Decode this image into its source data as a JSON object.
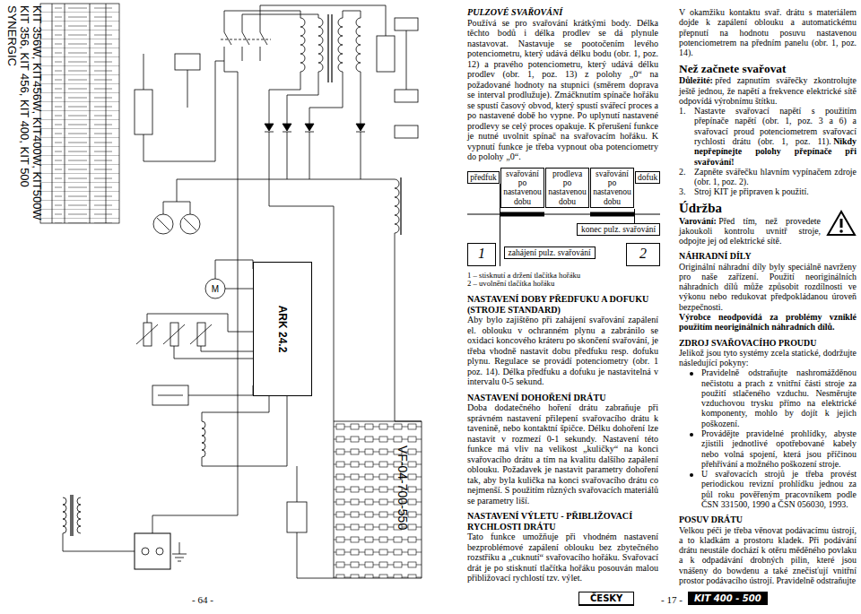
{
  "diagram": {
    "nodes": [
      {
        "text": [
          "ARK 24.2"
        ]
      },
      {
        "text": [
          "předfuk"
        ]
      },
      {
        "text": [
          "svařování po nastavenou dobu"
        ]
      },
      {
        "text": [
          "prodleva po nastavenou dobu"
        ]
      },
      {
        "text": [
          "svařování po nastavenou dobu"
        ]
      },
      {
        "text": [
          "dofuk"
        ]
      },
      {
        "text": [
          "konec pulz. svařování"
        ]
      },
      {
        "text": [
          "1"
        ]
      },
      {
        "text": [
          "zahájení pulz. svařování"
        ]
      },
      {
        "text": [
          "2"
        ]
      },
      {
        "text": [
          "ČESKY"
        ]
      },
      {
        "text": [
          "KIT 400 - 500"
        ]
      }
    ],
    "labels": [
      "SYNERGIC",
      "KIT 356, KIT 456, KIT 400, KIT 500",
      "KIT 356W, KIT456W, KIT400W, KIT500W",
      "VF-04-700-550",
      "- 64 -",
      "M",
      "PULZOVÉ SVAŘOVÁNÍ",
      "Používá se pro svařování krátkými body. Délka těchto bodů i délka prodlev se dá plynule nastavovat. Nastavuje se pootočením levého potenciometru, který udává délku bodu (obr. 1, poz. 12) a pravého potenciometru, který udává délku prodlev (obr. 1, poz. 13) z polohy „0“ na požadované hodnoty na stupnici (směrem doprava se interval prodlužuje). Zmáčknutím spínače hořáku se spustí časový obvod, který spustí svářecí proces a po nastavené době ho vypne. Po uplynutí nastavené prodlevy se celý proces opakuje. K přerušení funkce je nutné uvolnit spínač na svařovacím hořáku. K vypnutí funkce je třeba vypnout oba potenciometry do polohy „0“.",
      "1 – stisknutí a držení tlačítka hořáku",
      "2 – uvolnění tlačítka hořáku",
      "NASTAVENÍ DOBY PŘEDFUKU A DOFUKU (STROJE STANDARD)",
      "Aby bylo zajištěno při zahájení svařování zapálení el. oblouku v ochranném plynu a zabránilo se oxidaci koncového kráteru po skončení svařování, je třeba vhodně nastavit dobu předfuku resp. dofuku plynu. Regulace se provádí potenciometry (obr. 1 poz. 14). Délka předfuku a dofuku je nastavitelná v intervalu 0-5 sekund.",
      "NASTAVENÍ DOHOŘENÍ DRÁTU",
      "Doba dodatečného hoření drátu zabraňuje při správném nastavení přilepení svařovacího drátu k tavenině, nebo kontaktní špičce. Délku dohoření lze nastavit v rozmezí 0-1 sekundy. Nastavení této funkce má vliv na velikost „kuličky“ na konci svařovacího drátu a tím na kvalitu dalšího zapálení oblouku. Požadavek je nastavit parametry dohoření tak, aby byla kulička na konci svařovacího drátu co nejmenší. S použitím různých svařovacích materiálů se parametry liší.",
      "NASTAVENÍ VÝLETU - PŘIBLIŽOVACÍ RYCHLOSTI DRÁTU",
      "Tato funkce umožňuje při vhodném nastavení bezproblémové zapálení oblouku bez zbytečného rozstřiku a „cuknutí“ svařovacího hořáku. Svařovací drát je po stisknutí tlačítka hořáku posouván malou přibližovací rychlostí tzv. výlet.",
      "V okamžiku kontaktu svař. drátu s materiálem dojde k zapálení oblouku a automatickému přepnutí na hodnotu posuvu nastavenou potenciometrem na předním panelu (obr. 1, poz. 14).",
      "Než začnete svařovat",
      "Důležité:",
      "před zapnutím svářečky zkontrolujte ještě jednou, že napětí a frekvence elektrické sítě odpovídá výrobnímu štítku.",
      "1.",
      "Nastavte svařovací napětí s použitím přepínače napětí (obr. 1, poz. 3 a 6) a svařovací proud potenciometrem svařovací rychlosti drátu (obr. 1, poz. 11).",
      "Nikdy nepřepínejte polohy přepínače při svařování!",
      "2.",
      "Zapněte svářečku hlavním vypínačem zdroje (obr. 1, poz. 2).",
      "3.",
      "Stroj KIT je připraven k použití.",
      "Údržba",
      "Varování:",
      "Před tím, než provedete jakoukoli kontrolu uvnitř stroje, odpojte jej od elektrické sítě.",
      "NÁHRADNÍ DÍLY",
      "Originální náhradní díly byly speciálně navrženy pro naše zařízení. Použití neoriginálních náhradních dílů může způsobit rozdílnosti ve výkonu nebo redukovat předpokládanou úroveň bezpečnosti.",
      "Výrobce neodpovídá za problémy vzniklé použitím neoriginálních náhradních dílů.",
      "ZDROJ SVAŘOVACÍHO PROUDU",
      "Jelikož jsou tyto systémy zcela statické, dodržujte následující pokyny:",
      "Pravidelně odstraňujte nashromážděnou nečistotu a prach z vnitřní části stroje za použití stlačeného vzduchu. Nesměrujte vzduchovou trysku přímo na elektrické komponenty, mohlo by dojít k jejich poškození.",
      "Provádějte pravidelné prohlídky, abyste zjistili jednotlivé opotřebované kabely nebo volná spojení, která jsou příčinou přehřívání a možného poškození stroje.",
      "U svařovacích strojů je třeba provést periodickou revizní prohlídku jednou za půl roku pověřeným pracovníkem podle ČSN 331500, 1990 a ČSN 056030, 1993.",
      "POSUV DRÁTU",
      "Velkou péči je třeba věnovat podávacímu ústrojí, a to kladkám a prostoru kladek. Při podávání drátu neustále dochází k otěru měděného povlaku a k odpadávání drobných pilin, které jsou vnášeny do bowdenu a také znečisťují vnitřní prostor podávacího ústrojí. Pravidelně odstraňujte",
      "- 17 -"
    ]
  }
}
